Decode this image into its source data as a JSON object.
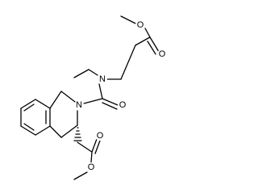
{
  "molecule": {
    "atom_labels": {
      "ester_top_o_single": "O",
      "ester_top_o_double": "O",
      "amide_n_chain": "N",
      "urea_o": "O",
      "ring_n": "N",
      "ester_bottom_o_double": "O",
      "ester_bottom_o_single": "O"
    },
    "colors": {
      "bond": "#000000",
      "label": "#000000",
      "background": "#ffffff"
    }
  }
}
